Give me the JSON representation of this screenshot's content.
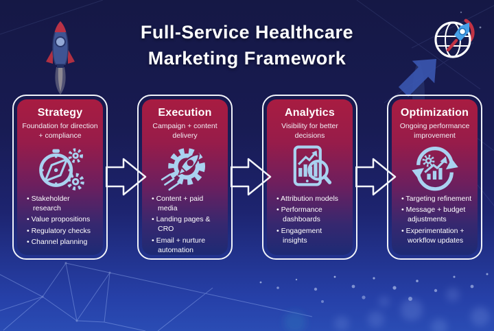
{
  "title": {
    "line1": "Full-Service Healthcare",
    "line2": "Marketing Framework"
  },
  "colors": {
    "background_top": "#151845",
    "background_bottom": "#2a4cb4",
    "card_gradient_top": "#a81c41",
    "card_gradient_bottom": "#1d2a75",
    "card_border": "#f2f4fa",
    "icon_blue": "#a9d2f0",
    "flow_arrow_outline": "#f2f4fa",
    "title_text": "#ffffff"
  },
  "cards": [
    {
      "title": "Strategy",
      "subtitle": "Foundation for direction + compliance",
      "icon": "compass-gears-icon",
      "bullets": [
        "Stakeholder research",
        "Value propositions",
        "Regulatory checks",
        "Channel planning"
      ]
    },
    {
      "title": "Execution",
      "subtitle": "Campaign + content delivery",
      "icon": "rocket-gear-icon",
      "bullets": [
        "Content + paid media",
        "Landing pages & CRO",
        "Email + nurture automation"
      ]
    },
    {
      "title": "Analytics",
      "subtitle": "Visibility for better decisions",
      "icon": "chart-magnifier-icon",
      "bullets": [
        "Attribution models",
        "Performance dashboards",
        "Engagement insights"
      ]
    },
    {
      "title": "Optimization",
      "subtitle": "Ongoing performance improvement",
      "icon": "cycle-chart-icon",
      "bullets": [
        "Targeting refinement",
        "Message + budget adjustments",
        "Experimentation + workflow updates"
      ]
    }
  ]
}
